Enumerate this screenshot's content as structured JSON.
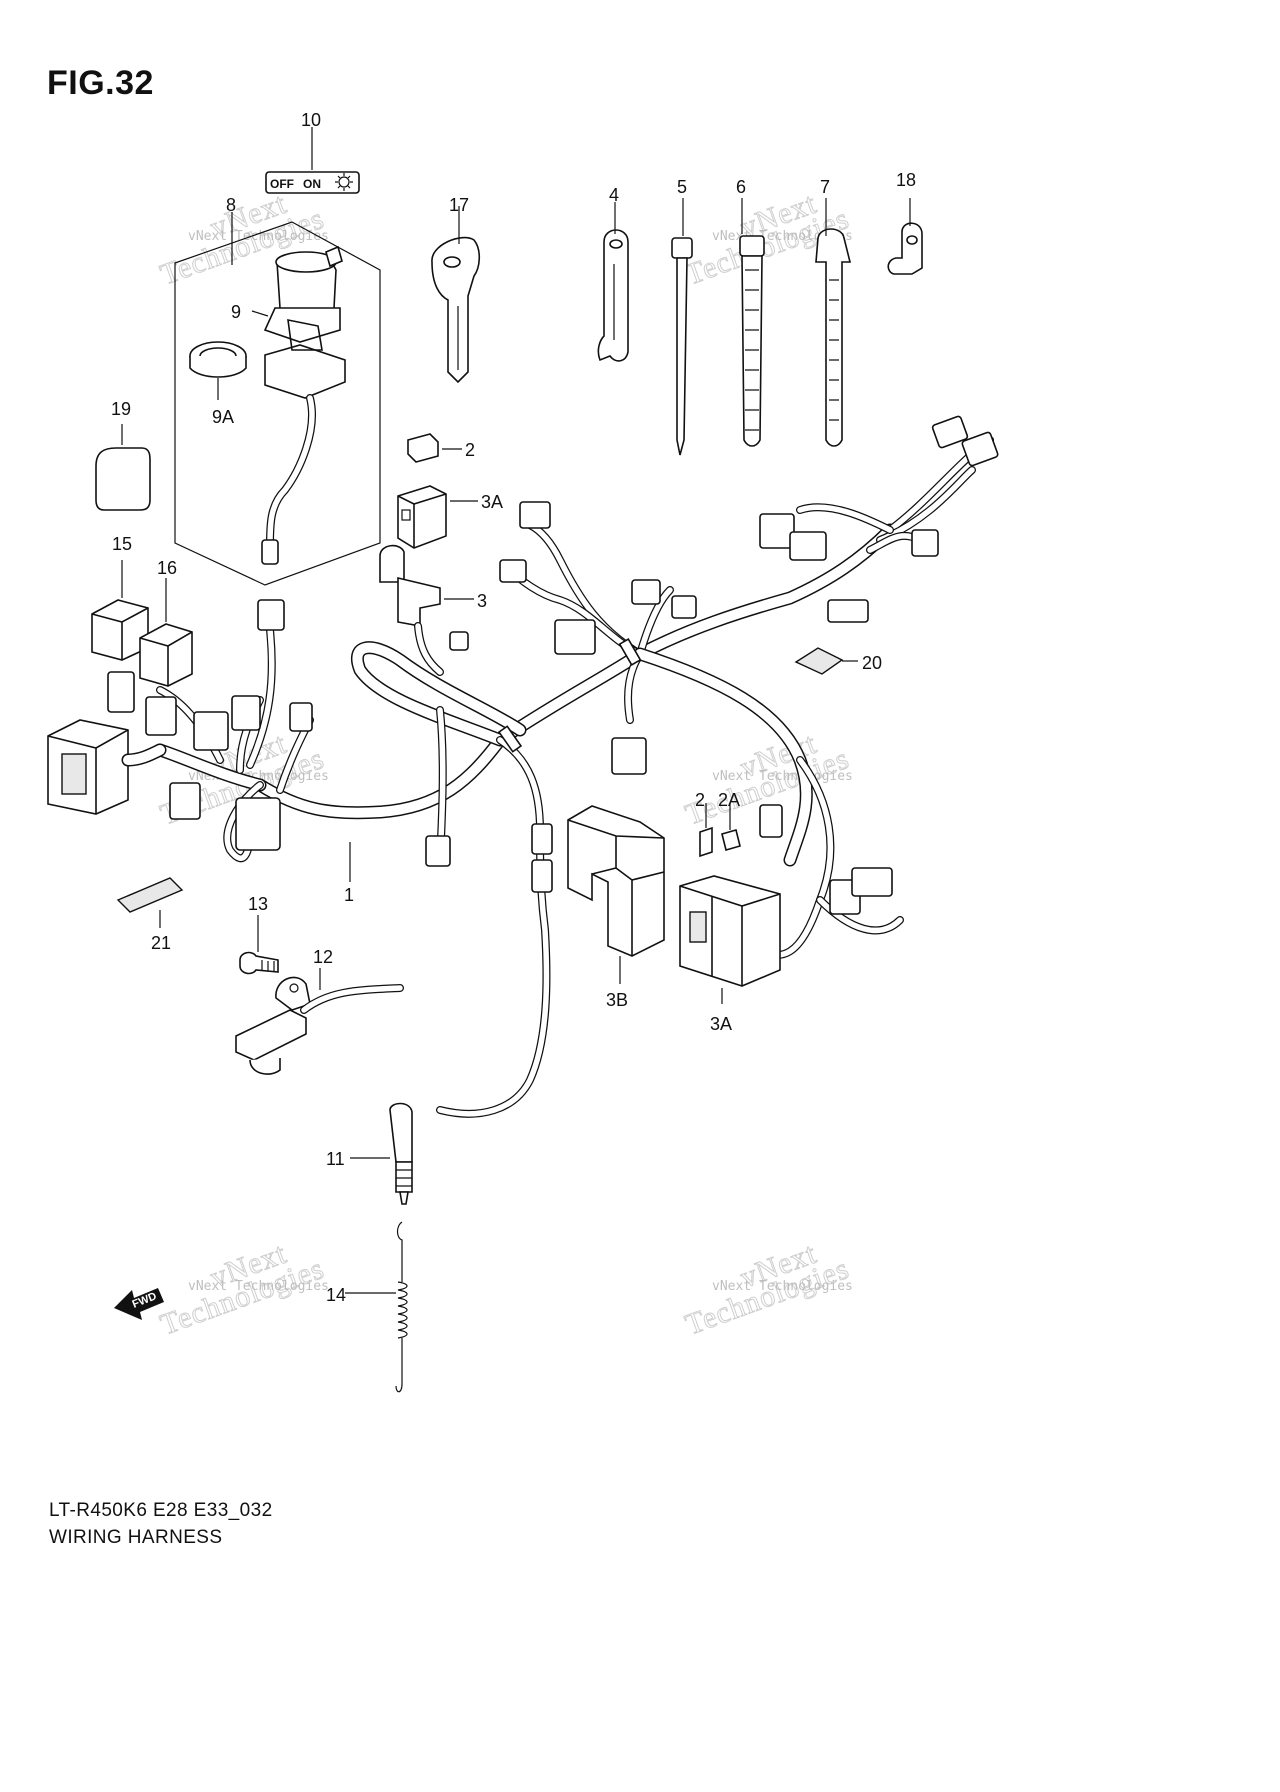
{
  "figure": {
    "title": "FIG.32",
    "model_code": "LT-R450K6 E28 E33_032",
    "caption": "WIRING HARNESS"
  },
  "callouts": {
    "c1": "1",
    "c2": "2",
    "c2b": "2",
    "c2a": "2A",
    "c3": "3",
    "c3a_top": "3A",
    "c3a_bottom": "3A",
    "c3b": "3B",
    "c4": "4",
    "c5": "5",
    "c6": "6",
    "c7": "7",
    "c8": "8",
    "c9": "9",
    "c9a": "9A",
    "c10": "10",
    "c11": "11",
    "c12": "12",
    "c13": "13",
    "c14": "14",
    "c15": "15",
    "c16": "16",
    "c17": "17",
    "c18": "18",
    "c19": "19",
    "c20": "20",
    "c21": "21"
  },
  "ignition_label": {
    "off": "OFF",
    "on": "ON"
  },
  "fwd_label": "FWD",
  "watermark": {
    "line1": "vNext Technologies",
    "line2": "vNext",
    "line3": "Technologies"
  }
}
